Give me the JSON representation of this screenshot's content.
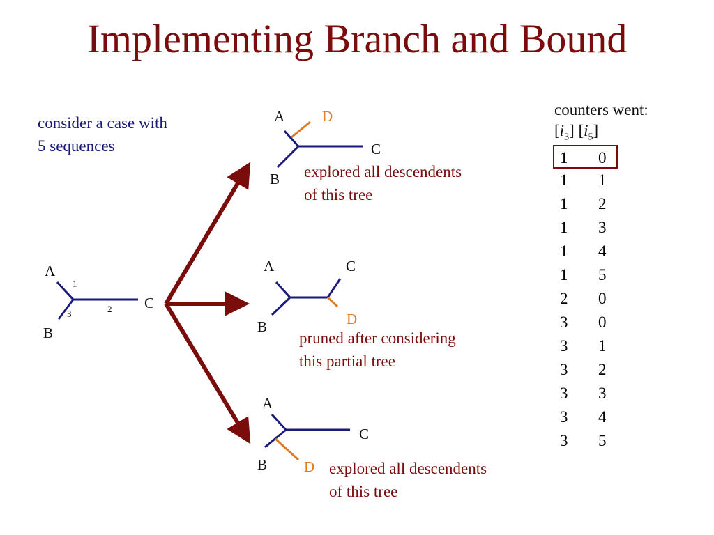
{
  "title": "Implementing Branch and Bound",
  "intro": {
    "line1": "consider a case with",
    "line2": "5 sequences"
  },
  "base_tree": {
    "a": "A",
    "b": "B",
    "c": "C",
    "edge1": "1",
    "edge2": "2",
    "edge3": "3"
  },
  "top_tree": {
    "a": "A",
    "b": "B",
    "c": "C",
    "d": "D",
    "note_line1": "explored all descendents",
    "note_line2": "of this tree"
  },
  "middle_tree": {
    "a": "A",
    "b": "B",
    "c": "C",
    "d": "D",
    "note_line1": "pruned after considering",
    "note_line2": "this partial tree"
  },
  "bottom_tree": {
    "a": "A",
    "b": "B",
    "c": "C",
    "d": "D",
    "note_line1": "explored all descendents",
    "note_line2": "of this tree"
  },
  "counters": {
    "heading": "counters went:",
    "col1_label": "i",
    "col1_sub": "3",
    "col2_label": "i",
    "col2_sub": "5",
    "rows": [
      [
        "1",
        "0"
      ],
      [
        "1",
        "1"
      ],
      [
        "1",
        "2"
      ],
      [
        "1",
        "3"
      ],
      [
        "1",
        "4"
      ],
      [
        "1",
        "5"
      ],
      [
        "2",
        "0"
      ],
      [
        "3",
        "0"
      ],
      [
        "3",
        "1"
      ],
      [
        "3",
        "2"
      ],
      [
        "3",
        "3"
      ],
      [
        "3",
        "4"
      ],
      [
        "3",
        "5"
      ]
    ],
    "highlighted_row": 0
  },
  "colors": {
    "title": "#7b0c0c",
    "tree_edge": "#1a1a7a",
    "new_edge": "#e37a20",
    "arrow": "#7b0c0c"
  }
}
